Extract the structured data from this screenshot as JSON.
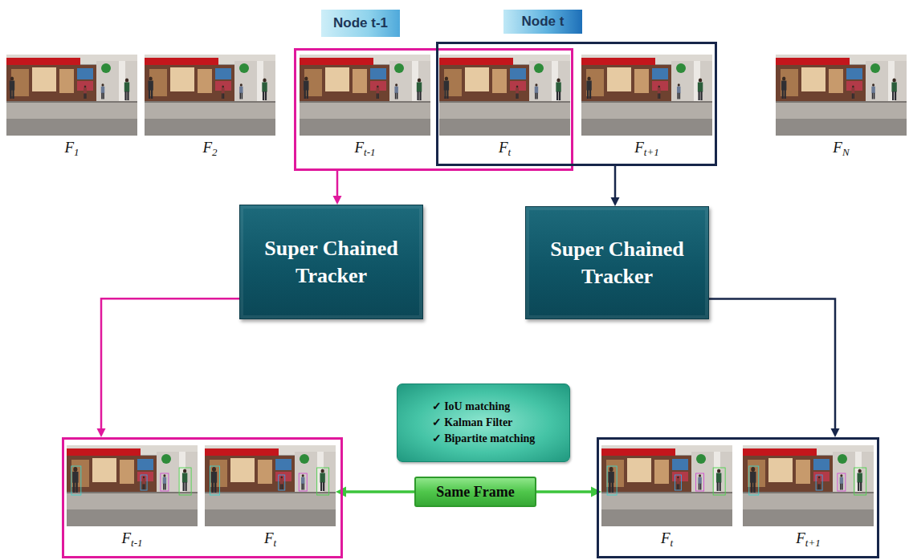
{
  "diagram": {
    "nodes": [
      {
        "text": [
          "Node t-1"
        ]
      },
      {
        "text": [
          "Node t"
        ]
      },
      {
        "text": [
          "F1"
        ]
      },
      {
        "text": [
          "F2"
        ]
      },
      {
        "text": [
          "Ft-1"
        ],
        "in": 0
      },
      {
        "text": [
          "Ft"
        ],
        "in": 1
      },
      {
        "text": [
          "Ft+1"
        ],
        "in": 1
      },
      {
        "text": [
          "FN"
        ]
      },
      {
        "text": [
          "Super Chained Tracker"
        ]
      },
      {
        "text": [
          "Super Chained Tracker"
        ]
      },
      {
        "text": [
          "✓ IoU matching",
          "✓ Kalman Filter",
          "✓ Bipartite matching"
        ]
      },
      {
        "text": []
      },
      {
        "text": [
          "Ft-1"
        ],
        "in": 11
      },
      {
        "text": [
          "Ft"
        ],
        "in": 11
      },
      {
        "text": [
          "Same Frame"
        ]
      },
      {
        "text": []
      },
      {
        "text": [
          "Ft"
        ],
        "in": 15
      },
      {
        "text": [
          "Ft+1"
        ],
        "in": 15
      }
    ],
    "edges": [
      {
        "from": 0,
        "to": 8,
        "arrow": "to"
      },
      {
        "from": 1,
        "to": 9,
        "arrow": "to"
      },
      {
        "from": 8,
        "to": 11,
        "arrow": "to"
      },
      {
        "from": 9,
        "to": 15,
        "arrow": "to"
      },
      {
        "from": 14,
        "to": 13,
        "arrow": "to"
      },
      {
        "from": 14,
        "to": 16,
        "arrow": "to"
      }
    ]
  }
}
